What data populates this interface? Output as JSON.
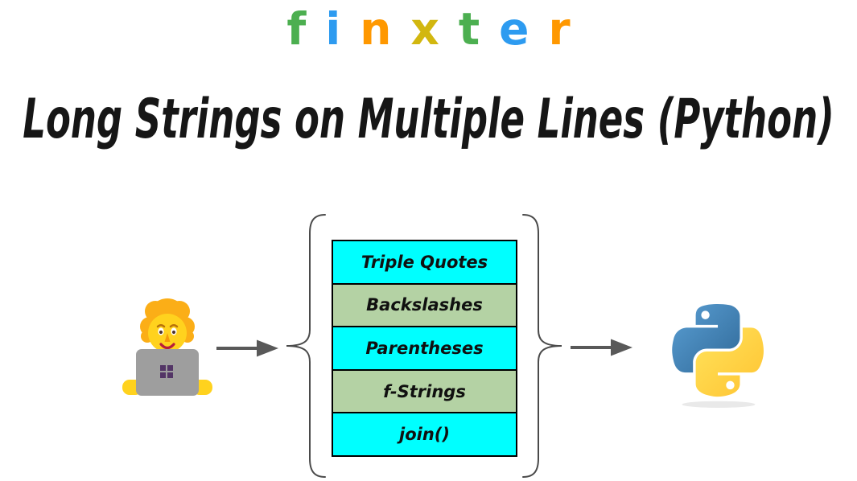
{
  "logo": {
    "brand": "finxter",
    "letters": [
      {
        "char": "f",
        "color": "#4caf50"
      },
      {
        "char": "i",
        "color": "#2d9bf0"
      },
      {
        "char": "n",
        "color": "#ff9800"
      },
      {
        "char": "x",
        "color": "#d2b70f"
      },
      {
        "char": "t",
        "color": "#4caf50"
      },
      {
        "char": "e",
        "color": "#2d9bf0"
      },
      {
        "char": "r",
        "color": "#ff9800"
      }
    ]
  },
  "title": "Long Strings on Multiple Lines (Python)",
  "diagram": {
    "person_icon": "person-at-laptop-emoji",
    "python_icon": "python-logo",
    "arrow_color": "#595959",
    "brace_color": "#4a4a4a",
    "box_colors": {
      "cyan": "#00ffff",
      "green": "#b4d2a4"
    },
    "python_colors": {
      "blue_from": "#5a9fd4",
      "blue_to": "#306998",
      "yellow_from": "#ffe35c",
      "yellow_to": "#ffc331"
    },
    "methods": [
      {
        "label": "Triple Quotes",
        "color": "#00ffff"
      },
      {
        "label": "Backslashes",
        "color": "#b4d2a4"
      },
      {
        "label": "Parentheses",
        "color": "#00ffff"
      },
      {
        "label": "f-Strings",
        "color": "#b4d2a4"
      },
      {
        "label": "join()",
        "color": "#00ffff"
      }
    ]
  }
}
